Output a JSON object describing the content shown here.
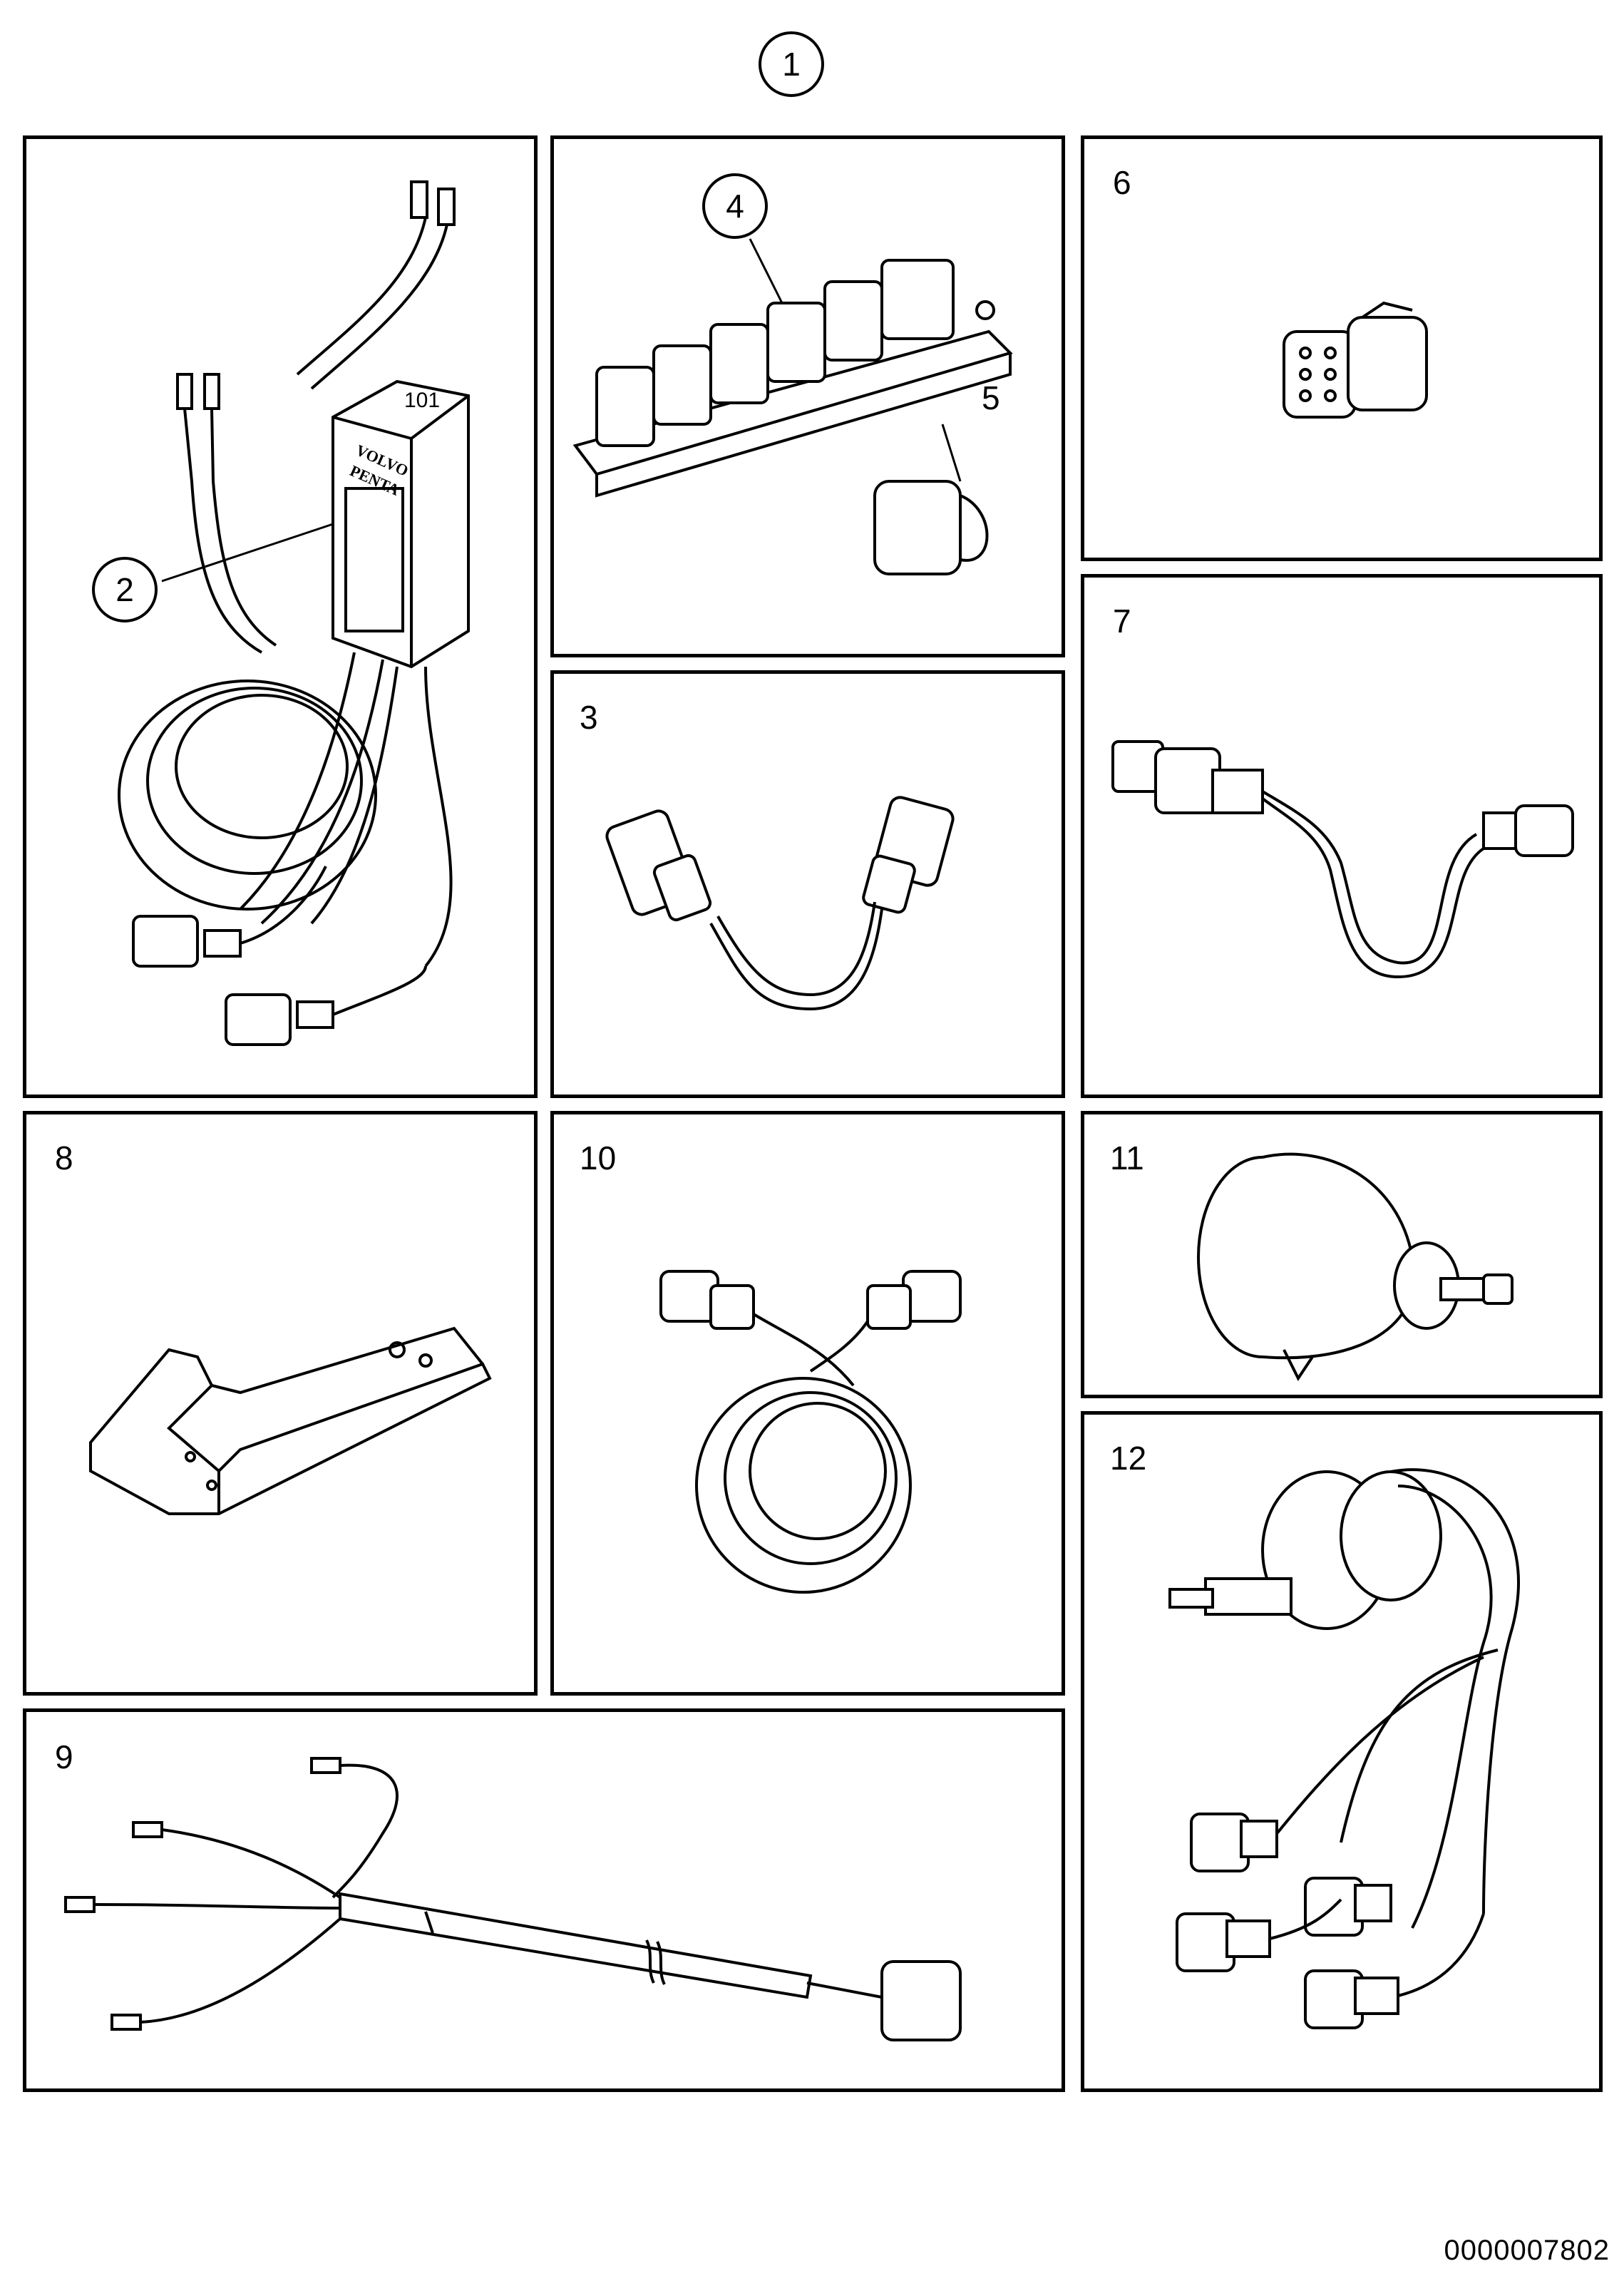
{
  "main_callout": "1",
  "panels": {
    "p2": {
      "callout": "2",
      "brand_line1": "VOLVO",
      "brand_line2": "PENTA",
      "marking": "101"
    },
    "p4": {
      "callout": "4",
      "label5": "5"
    },
    "p6": {
      "label": "6"
    },
    "p3": {
      "label": "3"
    },
    "p7": {
      "label": "7"
    },
    "p8": {
      "label": "8"
    },
    "p10": {
      "label": "10"
    },
    "p11": {
      "label": "11"
    },
    "p12": {
      "label": "12"
    },
    "p9": {
      "label": "9"
    }
  },
  "document_number": "0000007802"
}
